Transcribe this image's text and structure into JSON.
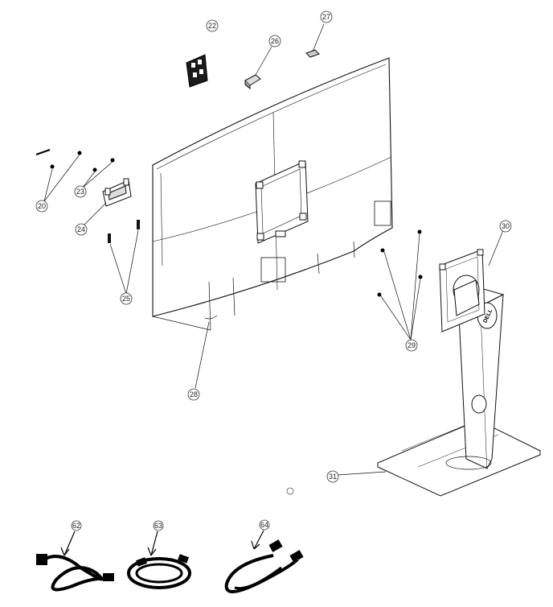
{
  "callouts": {
    "c22": "22",
    "c23": "23",
    "c24": "24",
    "c25": "25",
    "c26": "26",
    "c27": "27",
    "c28": "28",
    "c29": "29",
    "c30": "30",
    "c31": "31",
    "c20": "20",
    "c28b": "28",
    "c62": "62",
    "c63": "63",
    "c64": "64"
  },
  "stand_logo": "DELL"
}
